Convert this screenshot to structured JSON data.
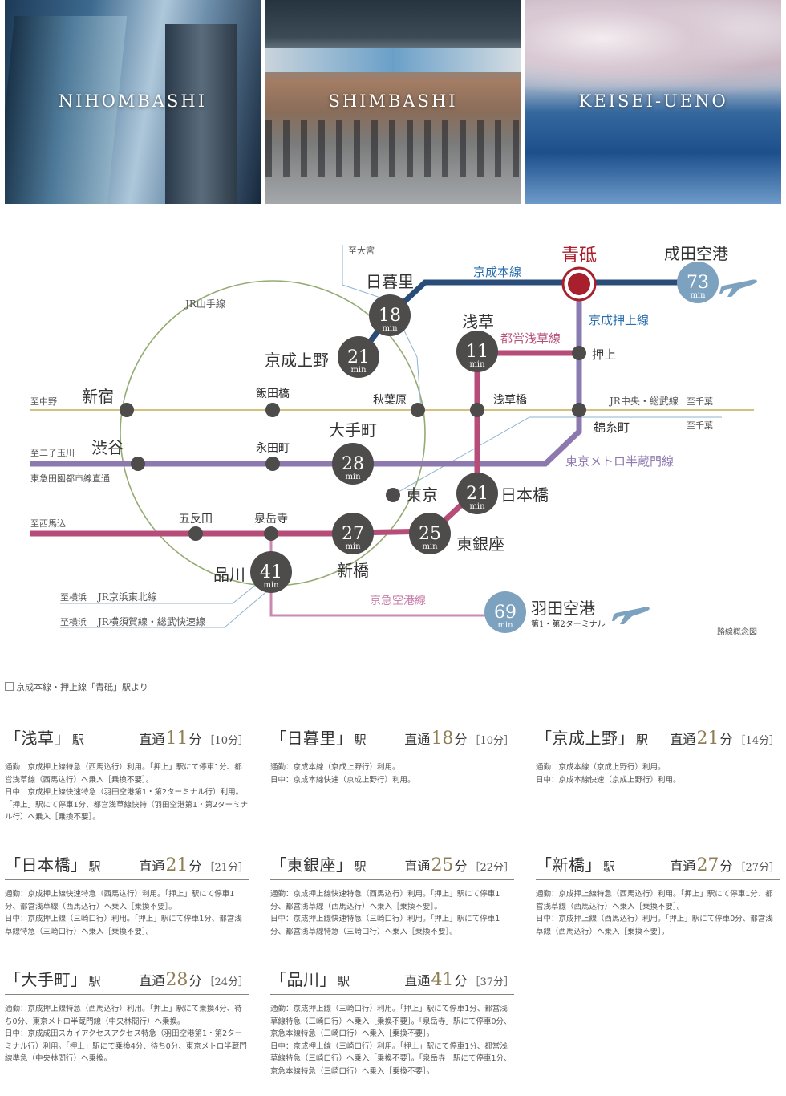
{
  "photos": [
    {
      "label": "NIHOMBASHI"
    },
    {
      "label": "SHIMBASHI"
    },
    {
      "label": "KEISEI-UENO"
    }
  ],
  "map": {
    "origin": "青砥",
    "lines": {
      "keisei_main": "京成本線",
      "keisei_oshiage": "京成押上線",
      "toei_asakusa": "都営浅草線",
      "yamanote": "JR山手線",
      "chuo_sobu": "JR中央・総武線",
      "hanzomon": "東京メトロ半蔵門線",
      "keikyu_airport": "京急空港線",
      "keihin_tohoku": "JR京浜東北線",
      "yokosuka_sobu": "JR横須賀線・総武快速線",
      "denentoshi": "東急田園都市線直通"
    },
    "directions": {
      "omiya": "至大宮",
      "nakano": "至中野",
      "chiba1": "至千葉",
      "chiba2": "至千葉",
      "futakotamagawa": "至二子玉川",
      "nishimagome": "至西馬込",
      "yokohama1": "至横浜",
      "yokohama2": "至横浜"
    },
    "stations": {
      "nippori": "日暮里",
      "keisei_ueno": "京成上野",
      "asakusa": "浅草",
      "oshiage": "押上",
      "shinjuku": "新宿",
      "iidabashi": "飯田橋",
      "akihabara": "秋葉原",
      "asakusabashi": "浅草橋",
      "kinshicho": "錦糸町",
      "shibuya": "渋谷",
      "nagatacho": "永田町",
      "otemachi": "大手町",
      "tokyo": "東京",
      "nihonbashi": "日本橋",
      "gotanda": "五反田",
      "sengakuji": "泉岳寺",
      "shimbashi": "新橋",
      "higashiginza": "東銀座",
      "shinagawa": "品川",
      "narita": "成田空港",
      "haneda": "羽田空港",
      "haneda_sub": "第1・第2ターミナル"
    },
    "times": {
      "nippori": "18",
      "keisei_ueno": "21",
      "asakusa": "11",
      "otemachi": "28",
      "nihonbashi": "21",
      "shimbashi": "27",
      "higashiginza": "25",
      "shinagawa": "41",
      "narita": "73",
      "haneda": "69",
      "unit": "min"
    },
    "note": "路線概念図",
    "colors": {
      "keisei": "#2a4c78",
      "oshiage": "#8a7cb0",
      "asakusa_line": "#b64d78",
      "hanzomon": "#8d79ae",
      "chuo": "#d7c07e",
      "yamanote": "#94ab73",
      "keikyu": "#c98ab0",
      "jr_blue": "#8fb3cf",
      "station_dark": "#4e4b4b",
      "airport": "#7da2bf",
      "origin": "#a7202c"
    }
  },
  "lead": "京成本線・押上線「青砥」駅より",
  "cards": [
    {
      "name": "「浅草」",
      "suffix": "駅",
      "pre": "直通",
      "minutes": "11",
      "unit": "分",
      "sub": "［10分］",
      "lines": [
        "通勤：京成押上線特急（西馬込行）利用。「押上」駅にて停車1分、都営浅草線（西馬込行）へ乗入［乗換不要］。",
        "日中：京成押上線快速特急（羽田空港第1・第2ターミナル行）利用。「押上」駅にて停車1分、都営浅草線快特（羽田空港第1・第2ターミナル行）へ乗入［乗換不要］。"
      ]
    },
    {
      "name": "「日暮里」",
      "suffix": "駅",
      "pre": "直通",
      "minutes": "18",
      "unit": "分",
      "sub": "［10分］",
      "lines": [
        "通勤：京成本線（京成上野行）利用。",
        "日中：京成本線快速（京成上野行）利用。"
      ]
    },
    {
      "name": "「京成上野」",
      "suffix": "駅",
      "pre": "直通",
      "minutes": "21",
      "unit": "分",
      "sub": "［14分］",
      "lines": [
        "通勤：京成本線（京成上野行）利用。",
        "日中：京成本線快速（京成上野行）利用。"
      ]
    },
    {
      "name": "「日本橋」",
      "suffix": "駅",
      "pre": "直通",
      "minutes": "21",
      "unit": "分",
      "sub": "［21分］",
      "lines": [
        "通勤：京成押上線快速特急（西馬込行）利用。「押上」駅にて停車1分、都営浅草線（西馬込行）へ乗入［乗換不要］。",
        "日中：京成押上線（三崎口行）利用。「押上」駅にて停車1分、都営浅草線特急（三崎口行）へ乗入［乗換不要］。"
      ]
    },
    {
      "name": "「東銀座」",
      "suffix": "駅",
      "pre": "直通",
      "minutes": "25",
      "unit": "分",
      "sub": "［22分］",
      "lines": [
        "通勤：京成押上線快速特急（西馬込行）利用。「押上」駅にて停車1分、都営浅草線（西馬込行）へ乗入［乗換不要］。",
        "日中：京成押上線快速特急（三崎口行）利用。「押上」駅にて停車1分、都営浅草線特急（三崎口行）へ乗入［乗換不要］。"
      ]
    },
    {
      "name": "「新橋」",
      "suffix": "駅",
      "pre": "直通",
      "minutes": "27",
      "unit": "分",
      "sub": "［27分］",
      "lines": [
        "通勤：京成押上線特急（西馬込行）利用。「押上」駅にて停車1分、都営浅草線（西馬込行）へ乗入［乗換不要］。",
        "日中：京成押上線（西馬込行）利用。「押上」駅にて停車0分、都営浅草線（西馬込行）へ乗入［乗換不要］。"
      ]
    },
    {
      "name": "「大手町」",
      "suffix": "駅",
      "pre": "直通",
      "minutes": "28",
      "unit": "分",
      "sub": "［24分］",
      "lines": [
        "通勤：京成押上線特急（西馬込行）利用。「押上」駅にて乗換4分、待ち0分、東京メトロ半蔵門線（中央林間行）へ乗換。",
        "日中：京成成田スカイアクセスアクセス特急（羽田空港第1・第2ターミナル行）利用。「押上」駅にて乗換4分、待ち0分、東京メトロ半蔵門線準急（中央林間行）へ乗換。"
      ]
    },
    {
      "name": "「品川」",
      "suffix": "駅",
      "pre": "直通",
      "minutes": "41",
      "unit": "分",
      "sub": "［37分］",
      "lines": [
        "通勤：京成押上線（三崎口行）利用。「押上」駅にて停車1分、都営浅草線特急（三崎口行）へ乗入［乗換不要］。「泉岳寺」駅にて停車0分、京急本線特急（三崎口行）へ乗入［乗換不要］。",
        "日中：京成押上線（三崎口行）利用。「押上」駅にて停車1分、都営浅草線特急（三崎口行）へ乗入［乗換不要］。「泉岳寺」駅にて停車1分、京急本線特急（三崎口行）へ乗入［乗換不要］。"
      ]
    }
  ]
}
